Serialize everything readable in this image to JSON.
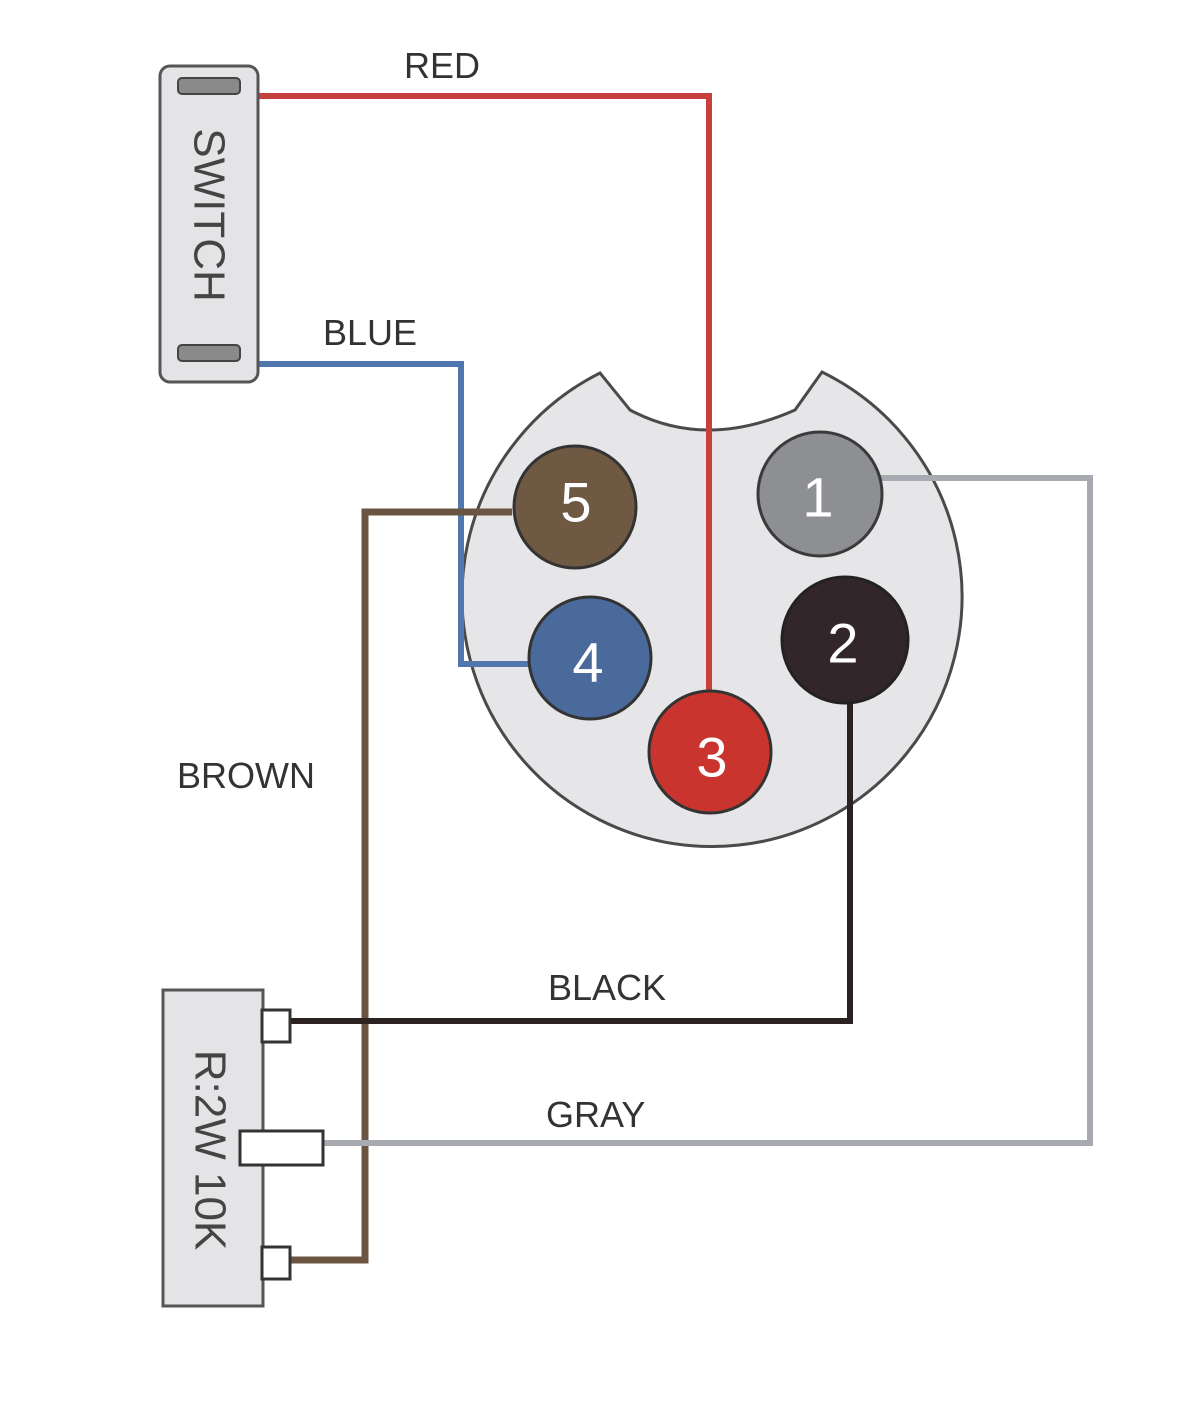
{
  "wires": {
    "red": {
      "label": "RED",
      "color": "#c8403e"
    },
    "blue": {
      "label": "BLUE",
      "color": "#4f76ad"
    },
    "brown": {
      "label": "BROWN",
      "color": "#6b5542"
    },
    "black": {
      "label": "BLACK",
      "color": "#2b2221"
    },
    "gray": {
      "label": "GRAY",
      "color": "#a7aab0"
    }
  },
  "components": {
    "switch": {
      "label": "SWITCH"
    },
    "resistor": {
      "label": "R:2W 10K"
    }
  },
  "connector": {
    "pins": [
      {
        "number": "1",
        "color": "#8e8f93"
      },
      {
        "number": "2",
        "color": "#33262a"
      },
      {
        "number": "3",
        "color": "#c9342f"
      },
      {
        "number": "4",
        "color": "#4a6a9c"
      },
      {
        "number": "5",
        "color": "#6f5942"
      }
    ]
  }
}
